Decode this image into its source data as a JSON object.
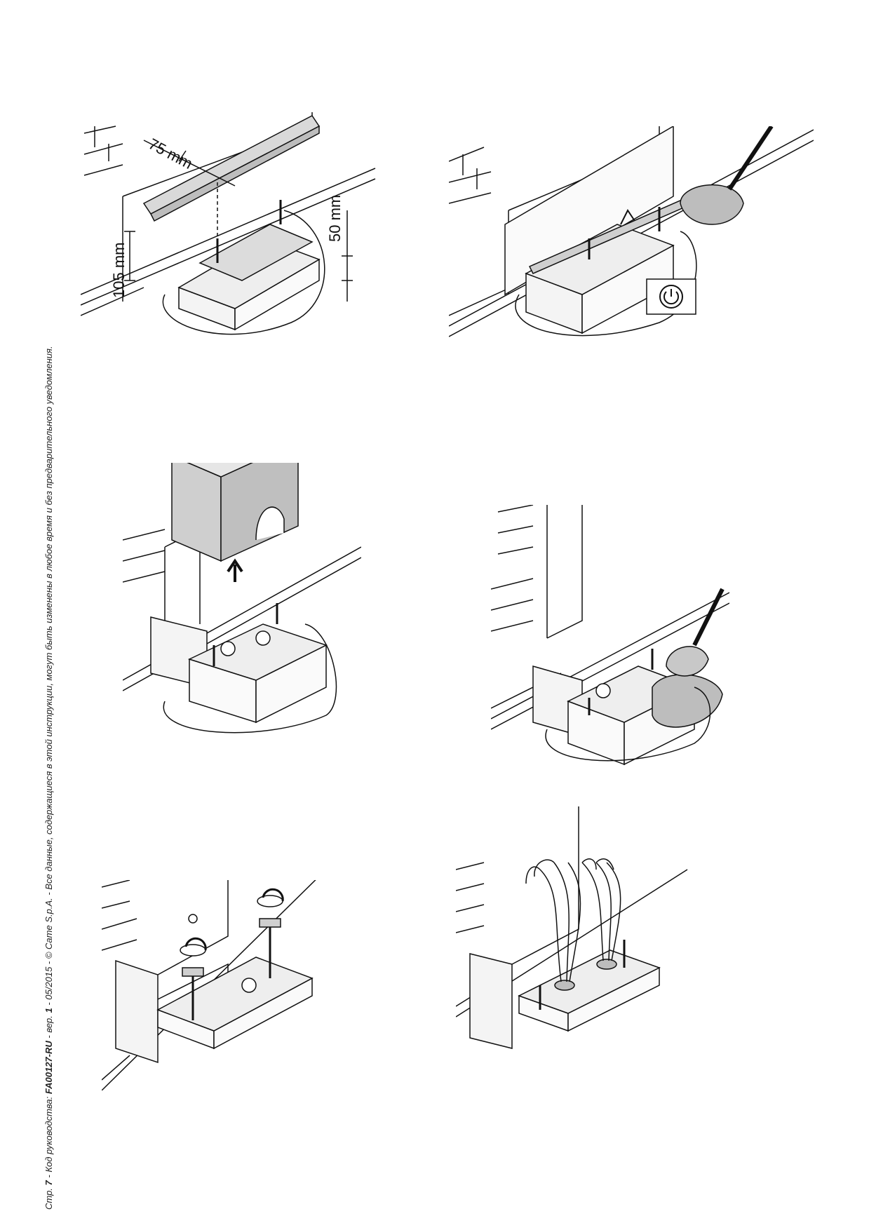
{
  "footer": {
    "page_prefix": "Стр.",
    "page_number": "7",
    "sep1": " - Код руководства: ",
    "manual_code": "FA00127-RU",
    "ver_prefix": " - вер. ",
    "version": "1",
    "rest": " - 05/2015 - © Came S.p.A. - Все данные, содержащиеся в этой инструкции, могут быть изменены в любое время и без предварительного уведомления."
  },
  "figure1": {
    "dim_rack_offset": "75 mm",
    "dim_height": "105 mm",
    "dim_plate_protrusion": "50 mm"
  }
}
